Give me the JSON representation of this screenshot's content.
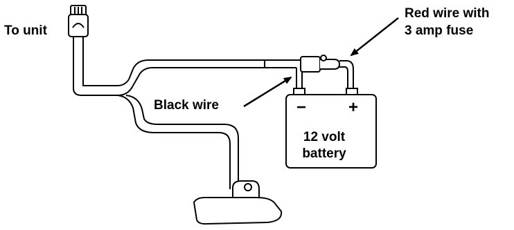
{
  "labels": {
    "to_unit": "To unit",
    "red_wire_line1": "Red wire with",
    "red_wire_line2": "3 amp fuse",
    "black_wire": "Black wire",
    "battery_line1": "12 volt",
    "battery_line2": "battery",
    "minus": "−",
    "plus": "+"
  }
}
